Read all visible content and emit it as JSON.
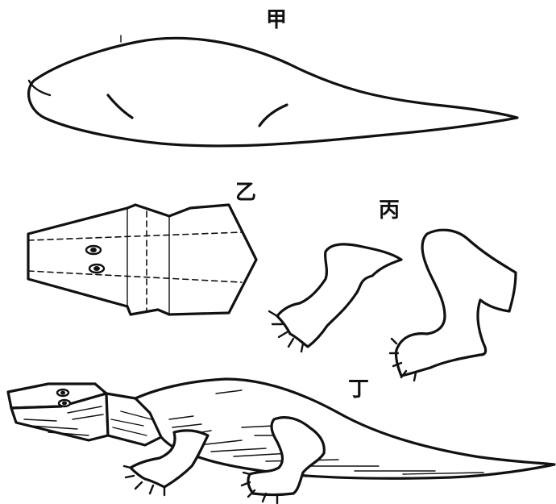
{
  "labels": {
    "jia": "甲",
    "yi": "乙",
    "bing": "丙",
    "ding": "丁"
  },
  "colors": {
    "ink": "#111111",
    "paper": "#ffffff"
  },
  "figures": [
    "tail-body-piece",
    "head-and-torso-fold-template",
    "leg-cutouts",
    "assembled-lizard-model"
  ]
}
